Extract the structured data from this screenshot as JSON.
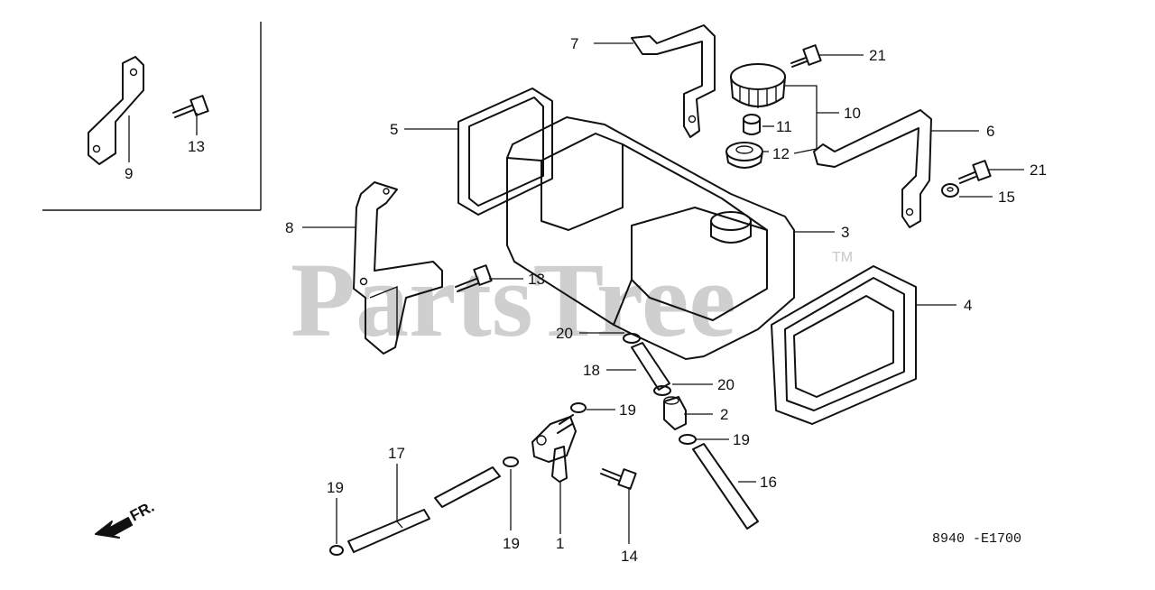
{
  "diagram": {
    "watermark": "PartsTree",
    "watermark_tm": "TM",
    "direction_marker": "FR.",
    "drawing_code": "8940 -E1700",
    "callouts": {
      "c1": "1",
      "c2": "2",
      "c3": "3",
      "c4": "4",
      "c5": "5",
      "c6": "6",
      "c7": "7",
      "c8": "8",
      "c9": "9",
      "c10": "10",
      "c11": "11",
      "c12": "12",
      "c13a": "13",
      "c13b": "13",
      "c14": "14",
      "c15": "15",
      "c16": "16",
      "c17": "17",
      "c18": "18",
      "c19a": "19",
      "c19b": "19",
      "c19c": "19",
      "c19d": "19",
      "c20a": "20",
      "c20b": "20",
      "c21a": "21",
      "c21b": "21"
    }
  }
}
